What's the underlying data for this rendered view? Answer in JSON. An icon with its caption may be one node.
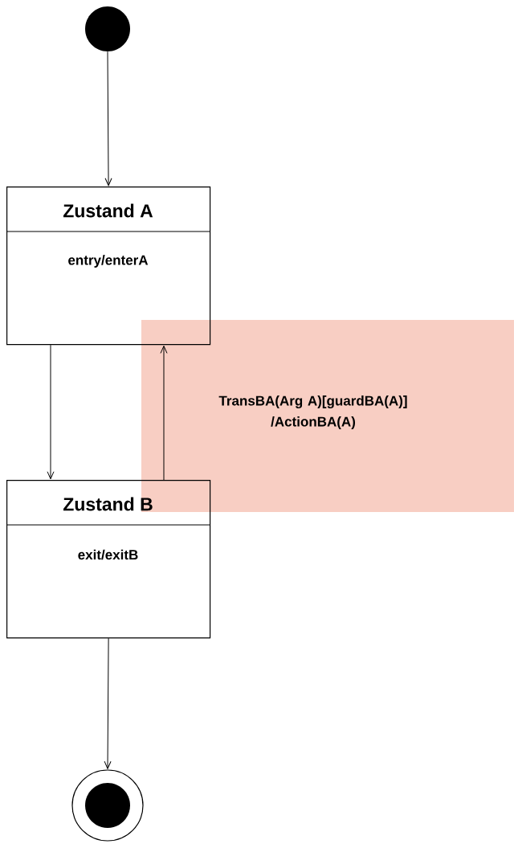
{
  "diagram": {
    "nodes": [
      {
        "text": [],
        "shape": "circle"
      },
      {
        "text": [
          "Zustand A",
          "entry/enterA"
        ]
      },
      {
        "text": [
          "Zustand B",
          "exit/exitB"
        ]
      },
      {
        "text": [],
        "shape": "circle"
      }
    ],
    "edges": [
      {
        "from": 0,
        "to": 1,
        "arrow": "to"
      },
      {
        "from": 1,
        "to": 2,
        "arrow": "to"
      },
      {
        "from": 2,
        "to": 1,
        "arrow": "to",
        "label": "TransBA(Arg A)[guardBA(A)] /ActionBA(A)"
      },
      {
        "from": 2,
        "to": 3,
        "arrow": "to"
      }
    ]
  }
}
